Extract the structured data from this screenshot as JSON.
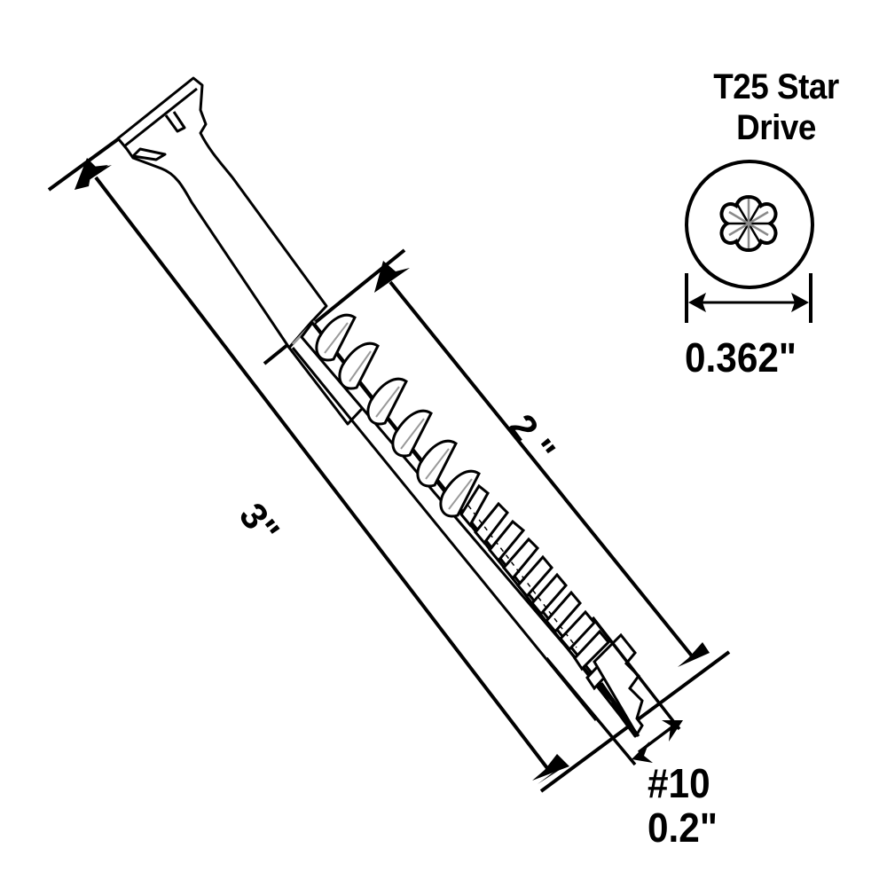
{
  "diagram": {
    "subject": "wood screw dimension drawing",
    "drive": {
      "title_line1": "T25 Star",
      "title_line2": "Drive",
      "head_diameter": "0.362\"",
      "drive_icon": "torx-star-icon"
    },
    "dimensions": {
      "overall_length": "3\"",
      "thread_length": "2 \"",
      "gauge": "#10",
      "shank_diameter": "0.2\""
    },
    "colors": {
      "line": "#000000",
      "background": "#ffffff",
      "highlight": "#9a9a9a"
    }
  }
}
